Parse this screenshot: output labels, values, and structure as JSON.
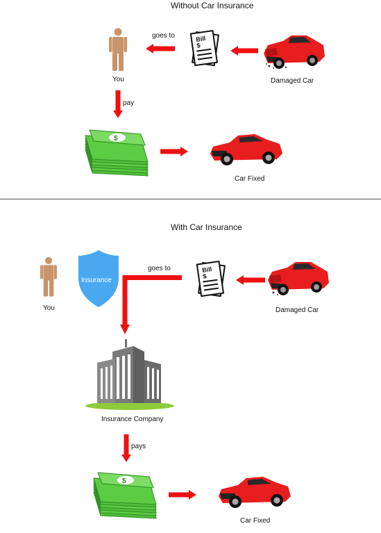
{
  "sections": {
    "without": {
      "title": "Without Car Insurance",
      "you_label": "You",
      "goes_to_label": "goes to",
      "pay_label": "pay",
      "damaged_car_label": "Damaged Car",
      "car_fixed_label": "Car Fixed",
      "bill": {
        "line1": "Bill",
        "line2": "$"
      }
    },
    "with": {
      "title": "With Car Insurance",
      "you_label": "You",
      "insurance_label": "Insurance",
      "goes_to_label": "goes to",
      "damaged_car_label": "Damaged Car",
      "company_label": "Insurance Company",
      "pays_label": "pays",
      "car_fixed_label": "Car Fixed",
      "bill": {
        "line1": "Bill",
        "line2": "$"
      }
    }
  },
  "colors": {
    "arrow": "#ee1111",
    "person": "#c9946a",
    "shield": "#4aa8f0",
    "money": "#4fbe3a",
    "car_red": "#e81d1d",
    "building": "#7a7a7a",
    "grass": "#8ecb3a"
  },
  "icons": [
    "person-icon",
    "bill-icon",
    "damaged-car-icon",
    "money-icon",
    "car-icon",
    "shield-icon",
    "building-icon",
    "arrow-icon"
  ]
}
